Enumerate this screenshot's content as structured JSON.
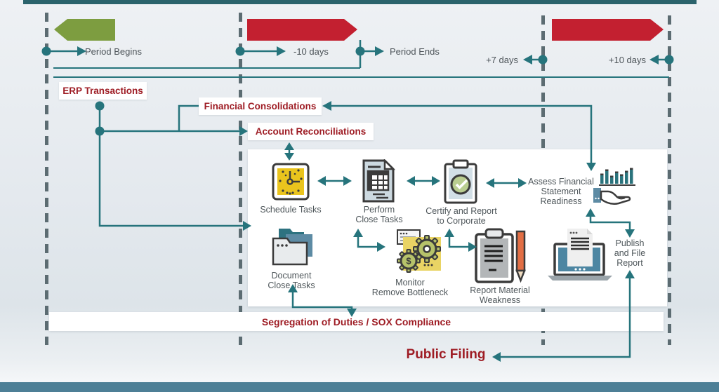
{
  "timeline": {
    "period_begins": "Period Begins",
    "minus_10_days": "-10 days",
    "period_ends": "Period Ends",
    "plus_7_days": "+7 days",
    "plus_10_days": "+10 days"
  },
  "stream_labels": {
    "erp_transactions": "ERP Transactions",
    "financial_consolidations": "Financial Consolidations",
    "account_reconciliations": "Account Reconciliations"
  },
  "steps": [
    {
      "id": "schedule-tasks",
      "lines": [
        "Schedule Tasks"
      ]
    },
    {
      "id": "perform-close-tasks",
      "lines": [
        "Perform",
        "Close Tasks"
      ]
    },
    {
      "id": "certify-and-report",
      "lines": [
        "Certify and Report",
        "to Corporate"
      ]
    },
    {
      "id": "assess-readiness",
      "lines": [
        "Assess Financial",
        "Statement",
        "Readiness"
      ]
    },
    {
      "id": "document-close-tasks",
      "lines": [
        "Document",
        "Close Tasks"
      ]
    },
    {
      "id": "monitor-bottleneck",
      "lines": [
        "Monitor",
        "Remove Bottleneck"
      ]
    },
    {
      "id": "report-material-weakness",
      "lines": [
        "Report Material",
        "Weakness"
      ]
    },
    {
      "id": "publish-file-report",
      "lines": [
        "Publish",
        "and File",
        "Report"
      ]
    }
  ],
  "banners": {
    "sox": "Segregation of Duties / SOX Compliance",
    "public_filing": "Public Filing"
  },
  "icons": [
    "calendar-clock-icon",
    "spreadsheet-document-icon",
    "certify-clipboard-icon",
    "hand-bar-chart-icon",
    "folders-icon",
    "gears-dollar-icon",
    "clipboard-pencil-icon",
    "laptop-report-icon"
  ],
  "colors": {
    "teal": "#26747c",
    "red": "#c32030",
    "green": "#7d9d40",
    "dark_red": "#9e1c24",
    "text_gray": "#4d5459",
    "dash_gray": "#5c6c72",
    "bottom_bar": "#4d7f96",
    "top_bar": "#2b636c"
  }
}
